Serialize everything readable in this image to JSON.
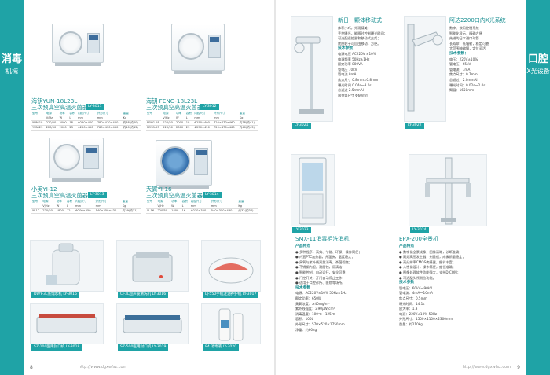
{
  "left_page": {
    "side_title": "消毒",
    "side_subtitle": "机械",
    "page_number": "8",
    "footer": "http://www.dgxwfsz.com",
    "products": [
      {
        "name1": "海钥YUN-18L23L",
        "name2": "三次预真空高温灭菌器",
        "code": "LY-3011",
        "headers": [
          "型号",
          "电源",
          "功率",
          "容积",
          "内腔尺寸",
          "外形尺寸",
          "重量"
        ],
        "units": [
          "",
          "V/Hz",
          "W",
          "L",
          "mm",
          "mm",
          "Kg"
        ],
        "rows": [
          [
            "YUN-18",
            "220/50",
            "2000",
            "18",
            "Φ250×400",
            "780×470×460",
            "约38(约40)"
          ],
          [
            "YUN-23",
            "220/50",
            "2000",
            "23",
            "Φ250×450",
            "780×470×460",
            "约40(约43)"
          ]
        ]
      },
      {
        "name1": "海钥 FENG-18L23L",
        "name2": "三次预真空高温灭菌器",
        "code": "LY-3012",
        "headers": [
          "型号",
          "电源",
          "功率",
          "容积",
          "内腔尺寸",
          "外形尺寸",
          "重量"
        ],
        "units": [
          "",
          "V/Hz",
          "W",
          "L",
          "mm",
          "mm",
          "Kg"
        ],
        "rows": [
          [
            "FENG-18",
            "220/50",
            "2000",
            "18",
            "Φ250×400",
            "720×470×460",
            "约38(约41)"
          ],
          [
            "FENG-23",
            "220/50",
            "2000",
            "23",
            "Φ250×450",
            "720×470×460",
            "约40(约43)"
          ]
        ]
      },
      {
        "name1": "小美YI-12",
        "name2": "三次预真空高温灭菌器",
        "code": "LY-3013",
        "headers": [
          "型号",
          "电源",
          "功率",
          "容积",
          "内腔尺寸",
          "外形尺寸",
          "重量"
        ],
        "units": [
          "",
          "V/Hz",
          "W",
          "L",
          "mm",
          "mm",
          "Kg"
        ],
        "rows": [
          [
            "YI-12",
            "220/50",
            "1800",
            "12",
            "Φ200×350",
            "540×350×430",
            "约29(约31)"
          ]
        ]
      },
      {
        "name1": "天翼YI-16",
        "name2": "三次预真空高温灭菌器",
        "code": "LY-3014",
        "headers": [
          "型号",
          "电源",
          "功率",
          "容积",
          "内腔尺寸",
          "外形尺寸",
          "重量"
        ],
        "units": [
          "",
          "V/Hz",
          "W",
          "L",
          "mm",
          "mm",
          "Kg"
        ],
        "rows": [
          [
            "YI-16",
            "220/50",
            "1800",
            "16",
            "Φ230×350",
            "540×350×430",
            "约32(约34)"
          ]
        ]
      }
    ],
    "small_items": [
      {
        "label": "DWY-3L蒸馏水机",
        "code": "LY-3015"
      },
      {
        "label": "CJ-3L超声波清洗机",
        "code": "LY-3016"
      },
      {
        "label": "LJ-550手机注油养护机",
        "code": "LY-3017"
      },
      {
        "label": "SZ-100医用封口机",
        "code": "LY-3018"
      },
      {
        "label": "SZ-500医用封口机",
        "code": "LY-3019"
      },
      {
        "label": "84 消毒液",
        "code": "LY-3020"
      }
    ]
  },
  "right_page": {
    "side_title": "口腔",
    "side_subtitle": "X光设备",
    "page_number": "9",
    "footer": "http://www.dgxwfsz.com",
    "xray_mobile": {
      "title": "新日一颗体移动式",
      "code": "LY-3021",
      "lines": [
        "体积小巧，外观精美：",
        "手控曝光，能随时控制曝光时间；",
        "可选配遥控器和移动式支架；",
        "底座轮子可自由移动，方便。",
        "技术参数：",
        "电源电压 AC220V ±10%",
        "电源频率 50Hz±1Hz",
        "额定功率 800VA",
        "管电压 70kV",
        "管电流 8mA",
        "焦点尺寸 0.8mm×0.8mm",
        "曝光时间 0.04s～3.0s",
        "总滤过 2.5mmAl",
        "限束筒尺寸 Φ60mm"
      ]
    },
    "xray_wall": {
      "title": "阿达2200口内X光系统",
      "code": "LY-3022",
      "lines": [
        "数字、数码控制系统",
        "智能化显示，精确方便",
        "先进的日本进口球管",
        "长寿命，低辐射，稳定可靠",
        "大范围伸缩臂，定位灵活",
        "技术参数：",
        "电压：220V±10%",
        "管电压：65kV",
        "管电流：7mA",
        "焦点尺寸：0.7mm",
        "总滤过：2.0mmAl",
        "曝光时间：0.02s～2.0s",
        "臂展：1650mm"
      ]
    },
    "sterilizer": {
      "title": "SMX-11消毒柜洗消机",
      "code": "LY-3023",
      "heading": "产品特点",
      "features": [
        "● 多种程序，高效、节能、环保，操作简便；",
        "● 内置PTC加热器，升温快，温度稳定；",
        "● 臭氧与紫外线双重消毒，杀菌彻底；",
        "● 不锈钢内胆，耐腐蚀，易清洁；",
        "● 智能控制，自动运行，安全可靠；",
        "● 门控开关，开门自动停止工作；",
        "● 适用于口腔诊所、医院等场所。"
      ],
      "spec_heading": "技术参数",
      "specs": [
        "电源：AC220V±10%  50Hz±1Hz",
        "额定功率：650W",
        "臭氧浓度：≥40mg/m³",
        "紫外线强度：≥90μW/cm²",
        "消毒温度：100℃～125℃",
        "容积：100L",
        "外形尺寸：570×520×1750mm",
        "净重：约60kg"
      ]
    },
    "panoramic": {
      "title": "EPX-200全景机",
      "code": "LY-3024",
      "heading": "产品特点",
      "features": [
        "● 数字化全景成像，图像清晰，诊断准确；",
        "● 高频高压发生器，剂量低，成像质量稳定；",
        "● 高分辨率CMOS传感器，细节丰富；",
        "● 人性化设计，操作简便，定位准确；",
        "● 图像处理软件功能强大，支持DICOM；",
        "● 可选配头颅侧位功能。"
      ],
      "spec_heading": "技术参数",
      "specs": [
        "管电压：60kV～90kV",
        "管电流：4mA～10mA",
        "焦点尺寸：0.5mm",
        "曝光时间：14.1s",
        "放大率：1.3",
        "电源：220V±10% 50Hz",
        "外形尺寸：1500×1100×2300mm",
        "重量：约210kg"
      ]
    }
  }
}
